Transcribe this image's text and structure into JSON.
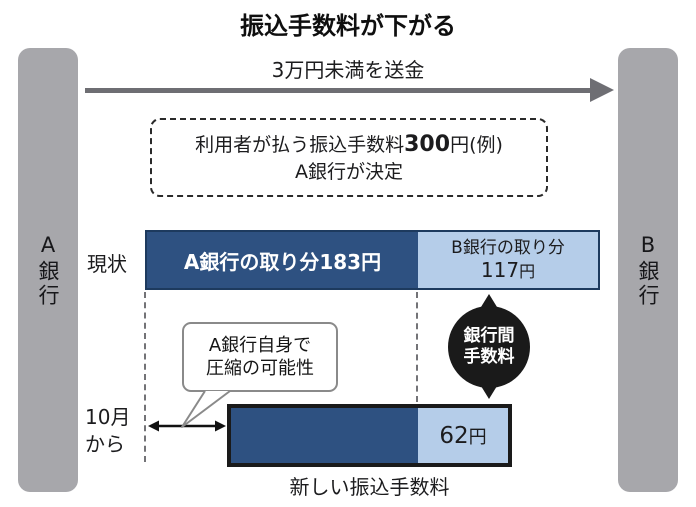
{
  "title": "振込手数料が下がる",
  "banks": {
    "left": "A銀行",
    "right": "B銀行"
  },
  "transfer_flow": {
    "label": "3万円未満を送金"
  },
  "fee_note": {
    "line1_prefix": "利用者が払う振込手数料",
    "line1_amount": "300",
    "line1_suffix": "円(例)",
    "line2": "A銀行が決定"
  },
  "current": {
    "row_label": "現状",
    "bank_a_share_label": "A銀行の取り分183円",
    "bank_b_share_label": "B銀行の取り分",
    "bank_b_share_amount": "117",
    "bank_b_share_unit": "円"
  },
  "interbank_fee_badge": {
    "label": "銀行間\n手数料"
  },
  "speech_bubble": {
    "text": "A銀行自身で\n圧縮の可能性"
  },
  "october": {
    "row_label": "10月\nから"
  },
  "new_fee": {
    "amount": "62",
    "unit": "円",
    "caption": "新しい振込手数料"
  },
  "colors": {
    "bank_a_navy": "#2e5181",
    "bank_b_light_blue": "#b5cde9",
    "bank_pillar_gray": "#a7a7ab",
    "flow_arrow_gray": "#6e6e73",
    "badge_black": "#1a1a1a"
  }
}
